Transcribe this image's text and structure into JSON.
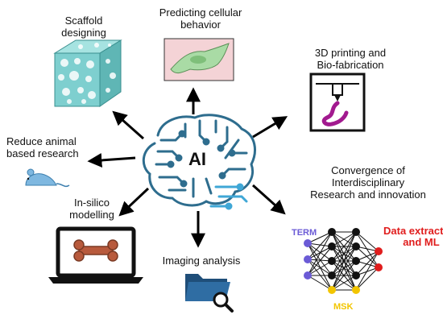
{
  "labels": {
    "scaffold": [
      "Scaffold",
      "designing"
    ],
    "predicting": [
      "Predicting cellular",
      "behavior"
    ],
    "printing": [
      "3D printing and",
      "Bio-fabrication"
    ],
    "animal": [
      "Reduce  animal",
      "based research"
    ],
    "convergence": [
      "Convergence of",
      "Interdisciplinary",
      "Research and innovation"
    ],
    "insilico": [
      "In-silico",
      "modelling"
    ],
    "imaging": "Imaging analysis"
  },
  "center": {
    "text": "AI"
  },
  "network": {
    "term": "TERM",
    "msk": "MSK",
    "data_ml": [
      "Data extraction",
      "and ML"
    ]
  },
  "colors": {
    "term": "#6b5bd6",
    "msk": "#f2c500",
    "data_ml": "#e01d1d",
    "brain": "#2e6d8e",
    "brain_accent": "#3fa7d6",
    "scaffold": "#7ecfcf",
    "cell_bg": "#f4d3d6",
    "cell": "#a9dba5",
    "print_ink": "#a21a8f",
    "mouse": "#7fb8e0",
    "bone": "#b85a3c",
    "folder": "#1f4e79"
  },
  "icons": [
    "scaffold-icon",
    "cell-icon",
    "printer-icon",
    "mouse-icon",
    "laptop-icon",
    "folder-search-icon",
    "neural-network-icon",
    "brain-circuit-icon"
  ]
}
